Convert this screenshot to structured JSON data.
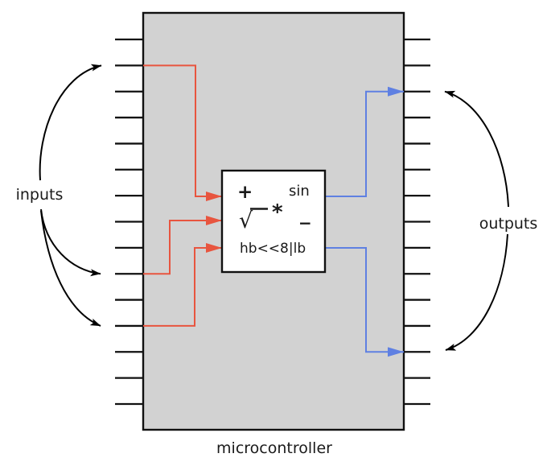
{
  "diagram": {
    "type": "schematic",
    "chip_label": "microcontroller",
    "inputs_label": "inputs",
    "outputs_label": "outputs",
    "alu": {
      "plus": "+",
      "sin": "sin",
      "multiply": "*",
      "sqrt": "√",
      "minus": "−",
      "pack": "hb<<8|lb"
    },
    "pins": {
      "per_side": 15
    },
    "colors": {
      "input_wire": "#e8553f",
      "output_wire": "#5f80e2",
      "chip_fill": "#d2d2d2",
      "line": "#000000"
    }
  }
}
